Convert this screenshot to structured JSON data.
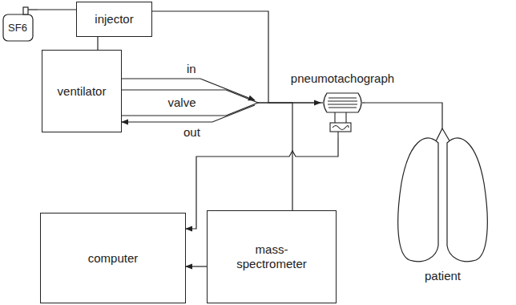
{
  "diagram": {
    "nodes": [
      {
        "text": [
          "SF6"
        ]
      },
      {
        "text": [
          "injector"
        ]
      },
      {
        "text": [
          "ventilator"
        ]
      },
      {
        "text": [
          "valve"
        ]
      },
      {
        "text": [
          "pneumotachograph"
        ]
      },
      {
        "text": [
          "computer"
        ]
      },
      {
        "text": [
          "mass- spectrometer"
        ]
      },
      {
        "text": [
          "patient"
        ]
      }
    ],
    "edges": [
      {
        "from": 0,
        "to": 1,
        "arrow": "none"
      },
      {
        "from": 1,
        "to": 2,
        "arrow": "none"
      },
      {
        "from": 1,
        "to": 4,
        "arrow": "to"
      },
      {
        "from": 2,
        "to": 3,
        "arrow": "to"
      },
      {
        "from": 3,
        "to": 2,
        "arrow": "to"
      },
      {
        "from": 3,
        "to": 4,
        "arrow": "none"
      },
      {
        "from": 4,
        "to": 7,
        "arrow": "none"
      },
      {
        "from": 3,
        "to": 6,
        "arrow": "none"
      },
      {
        "from": 4,
        "to": 5,
        "arrow": "to"
      },
      {
        "from": 6,
        "to": 5,
        "arrow": "to"
      }
    ],
    "labels": [
      "in",
      "out"
    ]
  }
}
